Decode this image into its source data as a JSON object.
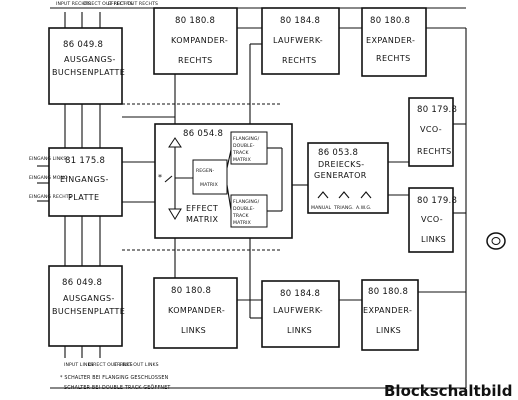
{
  "diagram": {
    "title": "Blockschaltbild",
    "top_left_ports": [
      "INPUT RECHTS",
      "DIRECT OUT RECHTS",
      "EFFECT OUT RECHTS"
    ],
    "bottom_left_ports": [
      "INPUT LINKS",
      "DIRECT OUT LINKS",
      "EFFECT OUT LINKS"
    ],
    "left_inputs": [
      "EINGANG LINKS",
      "EINGANG MONO",
      "EINGANG RECHTS"
    ],
    "ausgang_top": {
      "number": "86 049.8",
      "line1": "AUSGANGS-",
      "line2": "BUCHSENPLATTE"
    },
    "ausgang_bottom": {
      "number": "86 049.8",
      "line1": "AUSGANGS-",
      "line2": "BUCHSENPLATTE"
    },
    "eingang": {
      "number": "81 175.8",
      "line1": "EINGANGS-",
      "line2": "PLATTE"
    },
    "kompander_rechts": {
      "number": "80 180.8",
      "line1": "KOMPANDER-",
      "line2": "RECHTS"
    },
    "laufwerk_rechts": {
      "number": "80 184.8",
      "line1": "LAUFWERK-",
      "line2": "RECHTS"
    },
    "expander_rechts": {
      "number": "80 180.8",
      "line1": "EXPANDER-",
      "line2": "RECHTS"
    },
    "effect_matrix": {
      "number": "86 054.8",
      "line1": "EFFECT",
      "line2": "MATRIX",
      "regen_line1": "REGEN-",
      "regen_line2": "MATRIX",
      "flanging_top": [
        "FLANGING/",
        "DOUBLE-",
        "TRACK",
        "MATRIX"
      ],
      "flanging_bottom": [
        "FLANGING/",
        "DOUBLE-",
        "TRACK",
        "MATRIX"
      ]
    },
    "dreiecks": {
      "number": "86 053.8",
      "line1": "DREIECKS-",
      "line2": "GENERATOR",
      "modes": [
        "MANUAL",
        "TRIANG.",
        "A.W.G."
      ]
    },
    "vco_rechts": {
      "number": "80 179.8",
      "line1": "VCO-",
      "line2": "RECHTS"
    },
    "vco_links": {
      "number": "80 179.8",
      "line1": "VCO-",
      "line2": "LINKS"
    },
    "kompander_links": {
      "number": "80 180.8",
      "line1": "KOMPANDER-",
      "line2": "LINKS"
    },
    "laufwerk_links": {
      "number": "80 184.8",
      "line1": "LAUFWERK-",
      "line2": "LINKS"
    },
    "expander_links": {
      "number": "80 180.8",
      "line1": "EXPANDER-",
      "line2": "LINKS"
    },
    "switch_mark": "*",
    "notes": [
      "* SCHALTER BEI FLANGING GESCHLOSSEN",
      "SCHALTER BEI DOUBLE TRACK GEÖFFNET"
    ]
  }
}
